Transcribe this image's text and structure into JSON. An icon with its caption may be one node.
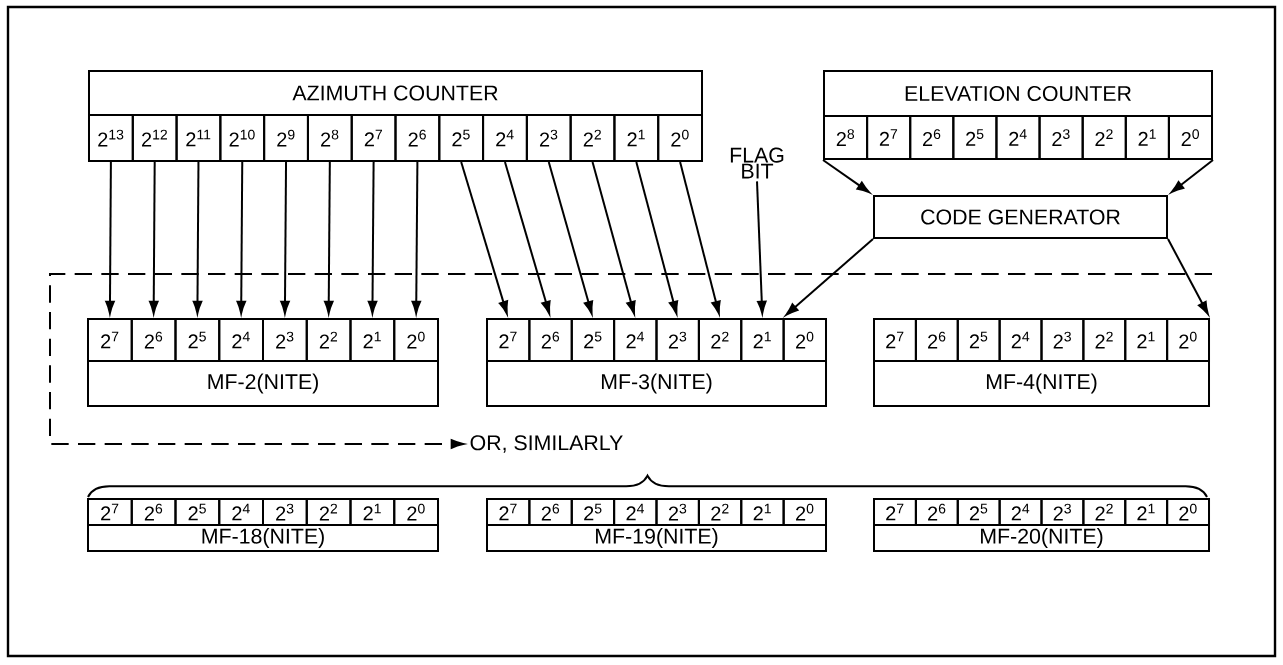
{
  "diagram": {
    "nodes": [
      {
        "text": [
          "AZIMUTH COUNTER"
        ]
      },
      {
        "text": [
          "2$^{13}$"
        ],
        "in": 0
      },
      {
        "text": [
          "2$^{12}$"
        ],
        "in": 0
      },
      {
        "text": [
          "2$^{11}$"
        ],
        "in": 0
      },
      {
        "text": [
          "2$^{10}$"
        ],
        "in": 0
      },
      {
        "text": [
          "2$^{9}$"
        ],
        "in": 0
      },
      {
        "text": [
          "2$^{8}$"
        ],
        "in": 0
      },
      {
        "text": [
          "2$^{7}$"
        ],
        "in": 0
      },
      {
        "text": [
          "2$^{6}$"
        ],
        "in": 0
      },
      {
        "text": [
          "2$^{5}$"
        ],
        "in": 0
      },
      {
        "text": [
          "2$^{4}$"
        ],
        "in": 0
      },
      {
        "text": [
          "2$^{3}$"
        ],
        "in": 0
      },
      {
        "text": [
          "2$^{2}$"
        ],
        "in": 0
      },
      {
        "text": [
          "2$^{1}$"
        ],
        "in": 0
      },
      {
        "text": [
          "2$^{0}$"
        ],
        "in": 0
      },
      {
        "text": [
          "ELEVATION COUNTER"
        ]
      },
      {
        "text": [
          "2$^{8}$"
        ],
        "in": 15
      },
      {
        "text": [
          "2$^{7}$"
        ],
        "in": 15
      },
      {
        "text": [
          "2$^{6}$"
        ],
        "in": 15
      },
      {
        "text": [
          "2$^{5}$"
        ],
        "in": 15
      },
      {
        "text": [
          "2$^{4}$"
        ],
        "in": 15
      },
      {
        "text": [
          "2$^{3}$"
        ],
        "in": 15
      },
      {
        "text": [
          "2$^{2}$"
        ],
        "in": 15
      },
      {
        "text": [
          "2$^{1}$"
        ],
        "in": 15
      },
      {
        "text": [
          "2$^{0}$"
        ],
        "in": 15
      },
      {
        "text": [
          "CODE GENERATOR"
        ]
      },
      {
        "text": [
          "FLAG BIT"
        ]
      },
      {
        "text": [
          "MF-2(NITE)"
        ]
      },
      {
        "text": [
          "2$^{7}$"
        ],
        "in": 27
      },
      {
        "text": [
          "2$^{6}$"
        ],
        "in": 27
      },
      {
        "text": [
          "2$^{5}$"
        ],
        "in": 27
      },
      {
        "text": [
          "2$^{4}$"
        ],
        "in": 27
      },
      {
        "text": [
          "2$^{3}$"
        ],
        "in": 27
      },
      {
        "text": [
          "2$^{2}$"
        ],
        "in": 27
      },
      {
        "text": [
          "2$^{1}$"
        ],
        "in": 27
      },
      {
        "text": [
          "2$^{0}$"
        ],
        "in": 27
      },
      {
        "text": [
          "MF-3(NITE)"
        ]
      },
      {
        "text": [
          "2$^{7}$"
        ],
        "in": 36
      },
      {
        "text": [
          "2$^{6}$"
        ],
        "in": 36
      },
      {
        "text": [
          "2$^{5}$"
        ],
        "in": 36
      },
      {
        "text": [
          "2$^{4}$"
        ],
        "in": 36
      },
      {
        "text": [
          "2$^{3}$"
        ],
        "in": 36
      },
      {
        "text": [
          "2$^{2}$"
        ],
        "in": 36
      },
      {
        "text": [
          "2$^{1}$"
        ],
        "in": 36
      },
      {
        "text": [
          "2$^{0}$"
        ],
        "in": 36
      },
      {
        "text": [
          "MF-4(NITE)"
        ]
      },
      {
        "text": [
          "2$^{7}$"
        ],
        "in": 45
      },
      {
        "text": [
          "2$^{6}$"
        ],
        "in": 45
      },
      {
        "text": [
          "2$^{5}$"
        ],
        "in": 45
      },
      {
        "text": [
          "2$^{4}$"
        ],
        "in": 45
      },
      {
        "text": [
          "2$^{3}$"
        ],
        "in": 45
      },
      {
        "text": [
          "2$^{2}$"
        ],
        "in": 45
      },
      {
        "text": [
          "2$^{1}$"
        ],
        "in": 45
      },
      {
        "text": [
          "2$^{0}$"
        ],
        "in": 45
      },
      {
        "text": [
          "OR, SIMILARLY"
        ]
      },
      {
        "text": [
          "MF-18(NITE)"
        ]
      },
      {
        "text": [
          "2$^{7}$"
        ],
        "in": 55
      },
      {
        "text": [
          "2$^{6}$"
        ],
        "in": 55
      },
      {
        "text": [
          "2$^{5}$"
        ],
        "in": 55
      },
      {
        "text": [
          "2$^{4}$"
        ],
        "in": 55
      },
      {
        "text": [
          "2$^{3}$"
        ],
        "in": 55
      },
      {
        "text": [
          "2$^{2}$"
        ],
        "in": 55
      },
      {
        "text": [
          "2$^{1}$"
        ],
        "in": 55
      },
      {
        "text": [
          "2$^{0}$"
        ],
        "in": 55
      },
      {
        "text": [
          "MF-19(NITE)"
        ]
      },
      {
        "text": [
          "2$^{7}$"
        ],
        "in": 64
      },
      {
        "text": [
          "2$^{6}$"
        ],
        "in": 64
      },
      {
        "text": [
          "2$^{5}$"
        ],
        "in": 64
      },
      {
        "text": [
          "2$^{4}$"
        ],
        "in": 64
      },
      {
        "text": [
          "2$^{3}$"
        ],
        "in": 64
      },
      {
        "text": [
          "2$^{2}$"
        ],
        "in": 64
      },
      {
        "text": [
          "2$^{1}$"
        ],
        "in": 64
      },
      {
        "text": [
          "2$^{0}$"
        ],
        "in": 64
      },
      {
        "text": [
          "MF-20(NITE)"
        ]
      },
      {
        "text": [
          "2$^{7}$"
        ],
        "in": 73
      },
      {
        "text": [
          "2$^{6}$"
        ],
        "in": 73
      },
      {
        "text": [
          "2$^{5}$"
        ],
        "in": 73
      },
      {
        "text": [
          "2$^{4}$"
        ],
        "in": 73
      },
      {
        "text": [
          "2$^{3}$"
        ],
        "in": 73
      },
      {
        "text": [
          "2$^{2}$"
        ],
        "in": 73
      },
      {
        "text": [
          "2$^{1}$"
        ],
        "in": 73
      },
      {
        "text": [
          "2$^{0}$"
        ],
        "in": 73
      }
    ],
    "edges": [
      {
        "from": 1,
        "to": 28,
        "arrow": "to"
      },
      {
        "from": 2,
        "to": 29,
        "arrow": "to"
      },
      {
        "from": 3,
        "to": 30,
        "arrow": "to"
      },
      {
        "from": 4,
        "to": 31,
        "arrow": "to"
      },
      {
        "from": 5,
        "to": 32,
        "arrow": "to"
      },
      {
        "from": 6,
        "to": 33,
        "arrow": "to"
      },
      {
        "from": 7,
        "to": 34,
        "arrow": "to"
      },
      {
        "from": 8,
        "to": 35,
        "arrow": "to"
      },
      {
        "from": 9,
        "to": 37,
        "arrow": "to"
      },
      {
        "from": 10,
        "to": 38,
        "arrow": "to"
      },
      {
        "from": 11,
        "to": 39,
        "arrow": "to"
      },
      {
        "from": 12,
        "to": 40,
        "arrow": "to"
      },
      {
        "from": 13,
        "to": 41,
        "arrow": "to"
      },
      {
        "from": 14,
        "to": 42,
        "arrow": "to"
      },
      {
        "from": 26,
        "to": 43,
        "arrow": "to"
      },
      {
        "from": 15,
        "to": 25,
        "arrow": "to"
      },
      {
        "from": 15,
        "to": 25,
        "arrow": "to"
      },
      {
        "from": 25,
        "to": 44,
        "arrow": "to"
      },
      {
        "from": 25,
        "to": 53,
        "arrow": "to"
      },
      {
        "from": null,
        "to": 54,
        "arrow": "to",
        "style": "dashed"
      }
    ]
  }
}
